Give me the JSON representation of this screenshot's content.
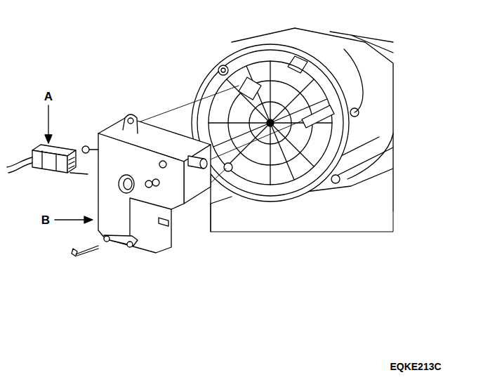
{
  "diagram": {
    "labels": [
      "A",
      "B",
      "EQKE213C"
    ]
  }
}
